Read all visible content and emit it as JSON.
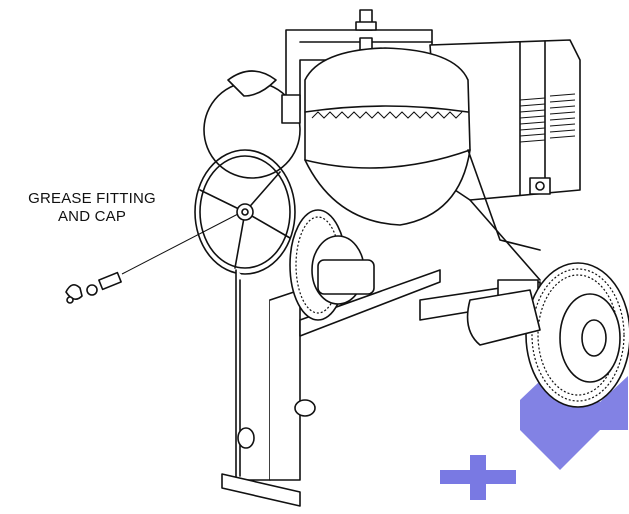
{
  "callout": {
    "line1": "GREASE FITTING",
    "line2": "AND CAP"
  },
  "colors": {
    "ink": "#111111",
    "background": "#ffffff",
    "watermark": "#3b3bd6"
  },
  "icons": {
    "machine": "cement-mixer-drawing",
    "part": "grease-fitting-icon",
    "watermark": "plus-shape-watermark"
  }
}
